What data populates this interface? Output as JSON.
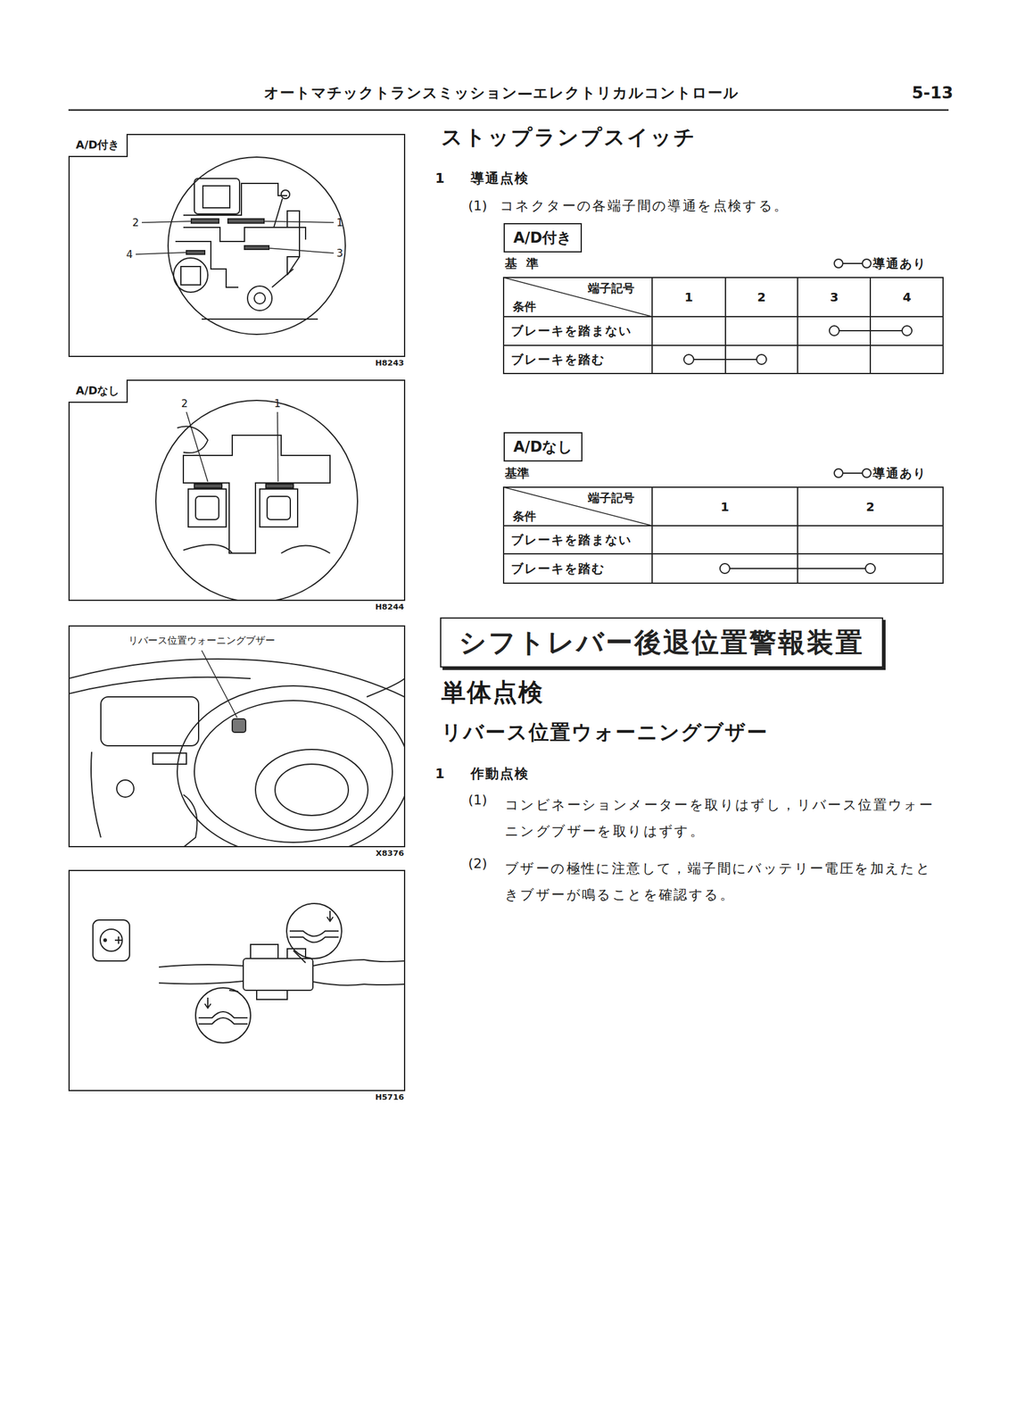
{
  "diagram": {
    "title": "オートマチックトランスミッション—エレクトリカルコントロール",
    "nodes": [
      {
        "text": [
          "H8243"
        ]
      },
      {
        "text": [
          "A/D付き"
        ],
        "in": 0
      },
      {
        "text": [
          "H8244"
        ]
      },
      {
        "text": [
          "A/Dなし"
        ],
        "in": 2
      },
      {
        "text": [
          "X8376"
        ]
      },
      {
        "text": [
          "H5716"
        ]
      },
      {
        "text": [
          "A/D付き"
        ]
      },
      {
        "text": [
          "A/Dなし"
        ]
      },
      {
        "text": [
          "シフトレバー後退位置警報装置"
        ]
      }
    ],
    "edges": [],
    "labels": [
      "5-13",
      "2",
      "1",
      "4",
      "3",
      "2",
      "1",
      "リバース位置ウォーニングブザー",
      "ストップランプスイッチ",
      "1",
      "導通点検",
      "(1)",
      "コネクターの各端子間の導通を点検する。",
      "基 準",
      "端子記号",
      "条件",
      "1",
      "2",
      "3",
      "4",
      "ブレーキを踏まない",
      "ブレーキを踏む",
      "基準",
      "端子記号",
      "条件",
      "1",
      "2",
      "ブレーキを踏まない",
      "ブレーキを踏む",
      "単体点検",
      "リバース位置ウォーニングブザー",
      "1",
      "作動点検",
      "(1)",
      "コンビネーションメーターを取りはずし，リバース位置ウォーニングブザーを取りはずす。",
      "(2)",
      "ブザーの極性に注意して，端子間にバッテリー電圧を加えたときブザーが鳴ることを確認する。"
    ],
    "legend": [
      {
        "text": "導通あり"
      },
      {
        "text": "導通あり"
      }
    ]
  }
}
